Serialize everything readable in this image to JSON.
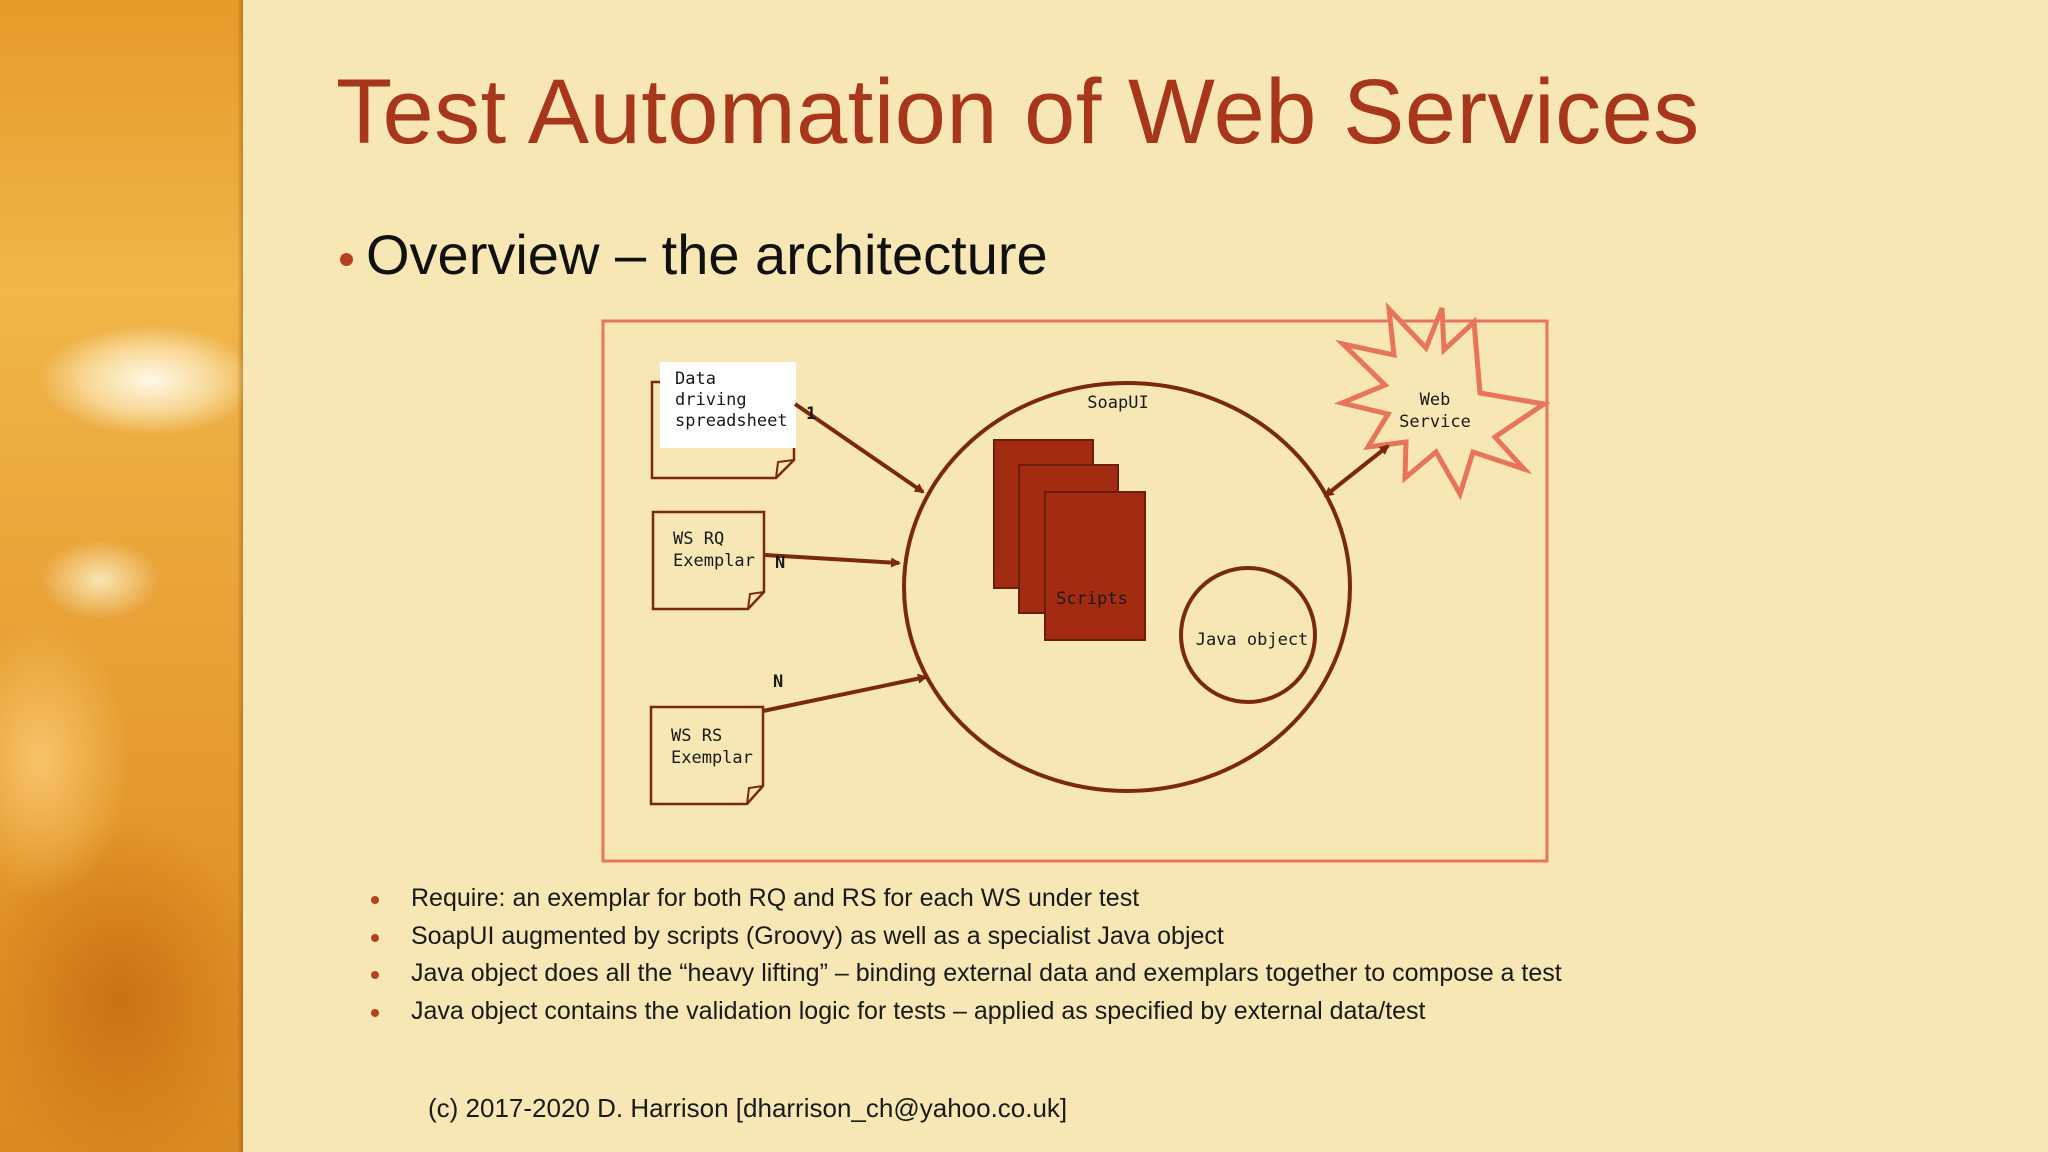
{
  "slide": {
    "title": "Test Automation of Web Services",
    "main_bullet": "Overview – the architecture",
    "notes": [
      "Require: an exemplar for both RQ and RS for each WS under test",
      "SoapUI augmented by scripts (Groovy) as well as a specialist Java object",
      "Java object does all the “heavy lifting” – binding external data and exemplars together to compose a test",
      "Java object contains the validation logic for tests – applied as specified by external data/test"
    ],
    "footer": "(c) 2017-2020 D. Harrison [dharrison_ch@yahoo.co.uk]"
  },
  "diagram": {
    "spreadsheet_lines": [
      "Data",
      "driving",
      "spreadsheet"
    ],
    "ws_rq_lines": [
      "WS RQ",
      "Exemplar"
    ],
    "ws_rs_lines": [
      "WS RS",
      "Exemplar"
    ],
    "soapui_label": "SoapUI",
    "scripts_label": "Scripts",
    "java_object_label": "Java object",
    "web_service_lines": [
      "Web",
      "Service"
    ],
    "multiplicity_spreadsheet": "1",
    "multiplicity_rq": "N",
    "multiplicity_rs": "N"
  },
  "colors": {
    "title": "#a8361a",
    "accent": "#b5421f",
    "background": "#f6e7b4",
    "diagram_line": "#7a2810",
    "script_fill": "#a32b12",
    "frame": "#e8755a"
  }
}
